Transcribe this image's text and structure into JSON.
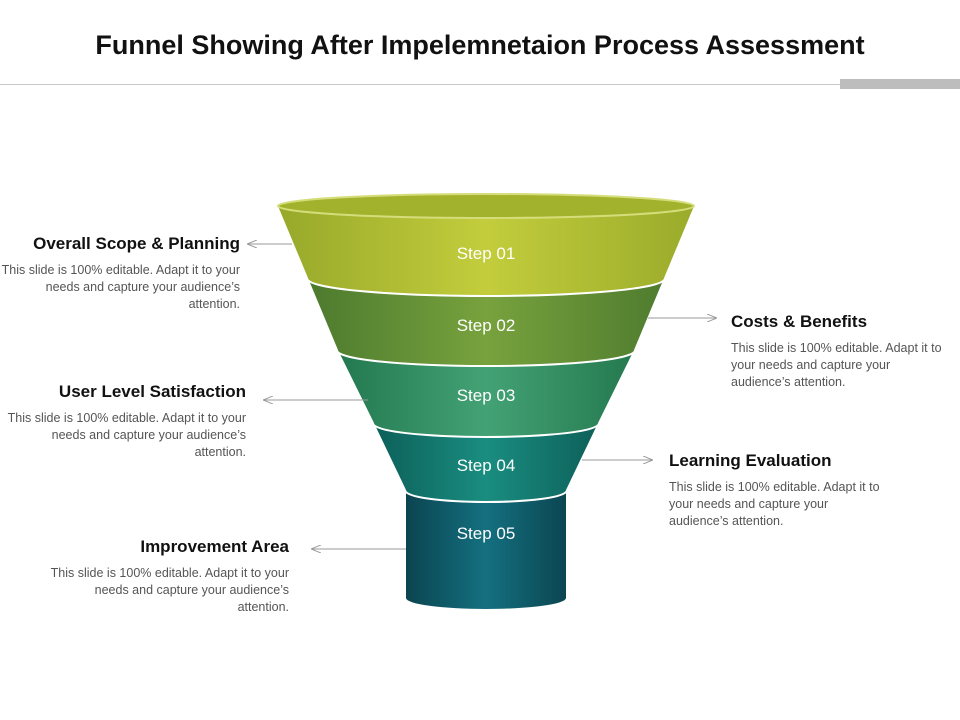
{
  "title": "Funnel Showing After Impelemnetaion Process Assessment",
  "steps": [
    {
      "label": "Step 01",
      "color": "#a8b82e"
    },
    {
      "label": "Step 02",
      "color": "#5e8a35"
    },
    {
      "label": "Step 03",
      "color": "#2f8c62"
    },
    {
      "label": "Step 04",
      "color": "#11756a"
    },
    {
      "label": "Step 05",
      "color": "#0f5a66"
    }
  ],
  "callouts": [
    {
      "title": "Overall Scope & Planning",
      "body": "This slide is 100% editable. Adapt it to your needs and capture your audience’s attention."
    },
    {
      "title": "Costs & Benefits",
      "body": "This slide is 100% editable. Adapt it to your needs and capture your audience’s attention."
    },
    {
      "title": "User Level Satisfaction",
      "body": "This slide is 100% editable. Adapt it to your needs and capture your audience’s attention."
    },
    {
      "title": "Learning Evaluation",
      "body": "This slide is 100% editable. Adapt it to your needs and capture your audience’s attention."
    },
    {
      "title": "Improvement Area",
      "body": "This slide is 100% editable. Adapt it to your needs and capture your audience’s attention."
    }
  ]
}
